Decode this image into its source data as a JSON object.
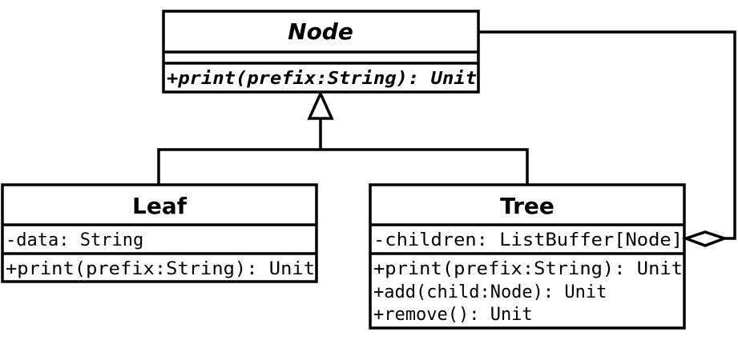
{
  "classes": {
    "node": {
      "name": "Node",
      "attributes": [],
      "methods": [
        "+print(prefix:String): Unit"
      ]
    },
    "leaf": {
      "name": "Leaf",
      "attributes": [
        "-data: String"
      ],
      "methods": [
        "+print(prefix:String): Unit"
      ]
    },
    "tree": {
      "name": "Tree",
      "attributes": [
        "-children: ListBuffer[Node]"
      ],
      "methods": [
        "+print(prefix:String): Unit",
        "+add(child:Node): Unit",
        "+remove(): Unit"
      ]
    }
  },
  "relationships": [
    {
      "type": "generalization",
      "from": "Leaf",
      "to": "Node"
    },
    {
      "type": "generalization",
      "from": "Tree",
      "to": "Node"
    },
    {
      "type": "aggregation",
      "whole": "Tree",
      "part": "Node"
    }
  ]
}
